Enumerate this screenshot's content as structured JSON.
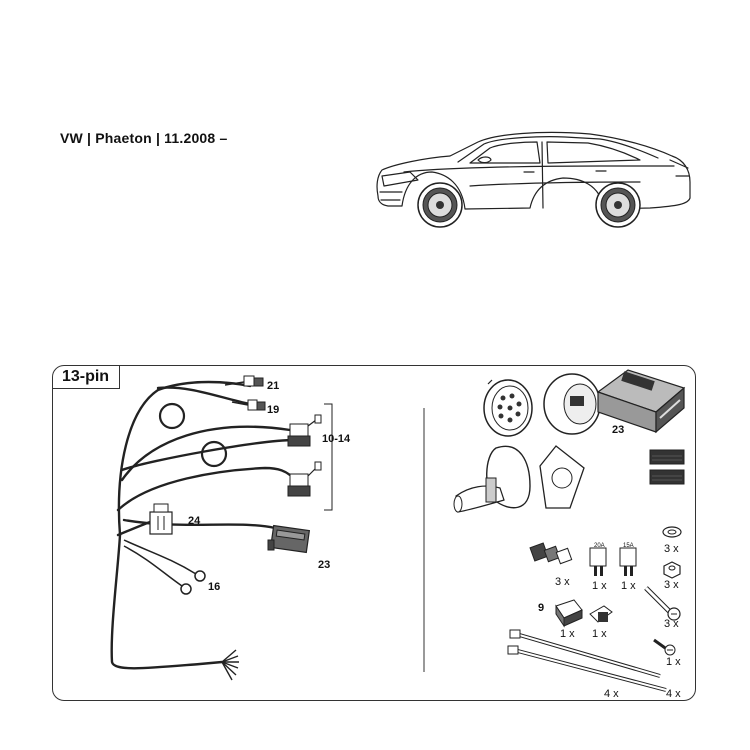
{
  "header": {
    "vehicle": "VW | Phaeton | 11.2008 –"
  },
  "kit": {
    "tab_label": "13-pin",
    "harness_labels": {
      "p21": "21",
      "p19": "19",
      "p10_14": "10-14",
      "p24": "24",
      "p16": "16",
      "p23": "23"
    },
    "module_label": "23",
    "fuse_ratings": {
      "fuse_a": "20A",
      "fuse_b": "15A"
    },
    "part9_label": "9",
    "quantities": {
      "connector_blocks": "3 x",
      "fuse_a": "1 x",
      "fuse_b": "1 x",
      "part9_housing": "1 x",
      "part9_plug": "1 x",
      "washer": "3 x",
      "nut": "3 x",
      "bolt": "3 x",
      "self_tapping_screw": "1 x",
      "cable_ties": "4 x",
      "cable_ties_long": "4 x"
    }
  }
}
